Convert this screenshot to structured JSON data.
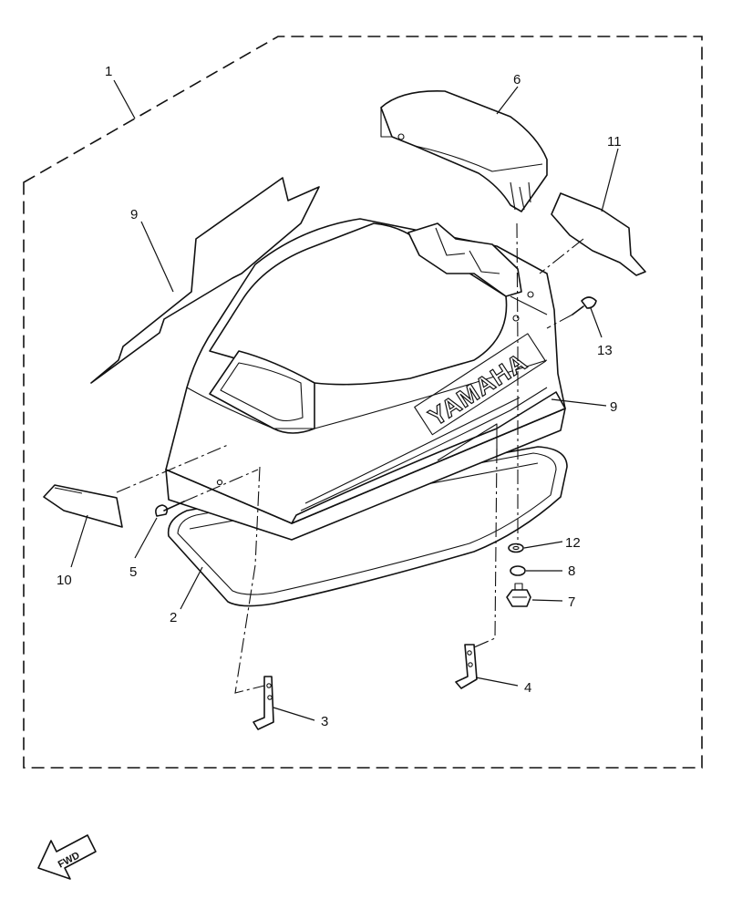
{
  "brand_logo": "YAMAHA",
  "direction_badge": "FWD",
  "callouts": [
    {
      "number": "1"
    },
    {
      "number": "2"
    },
    {
      "number": "3"
    },
    {
      "number": "4"
    },
    {
      "number": "5"
    },
    {
      "number": "6"
    },
    {
      "number": "7"
    },
    {
      "number": "8"
    },
    {
      "number": "9"
    },
    {
      "number": "9"
    },
    {
      "number": "10"
    },
    {
      "number": "11"
    },
    {
      "number": "12"
    },
    {
      "number": "13"
    }
  ]
}
